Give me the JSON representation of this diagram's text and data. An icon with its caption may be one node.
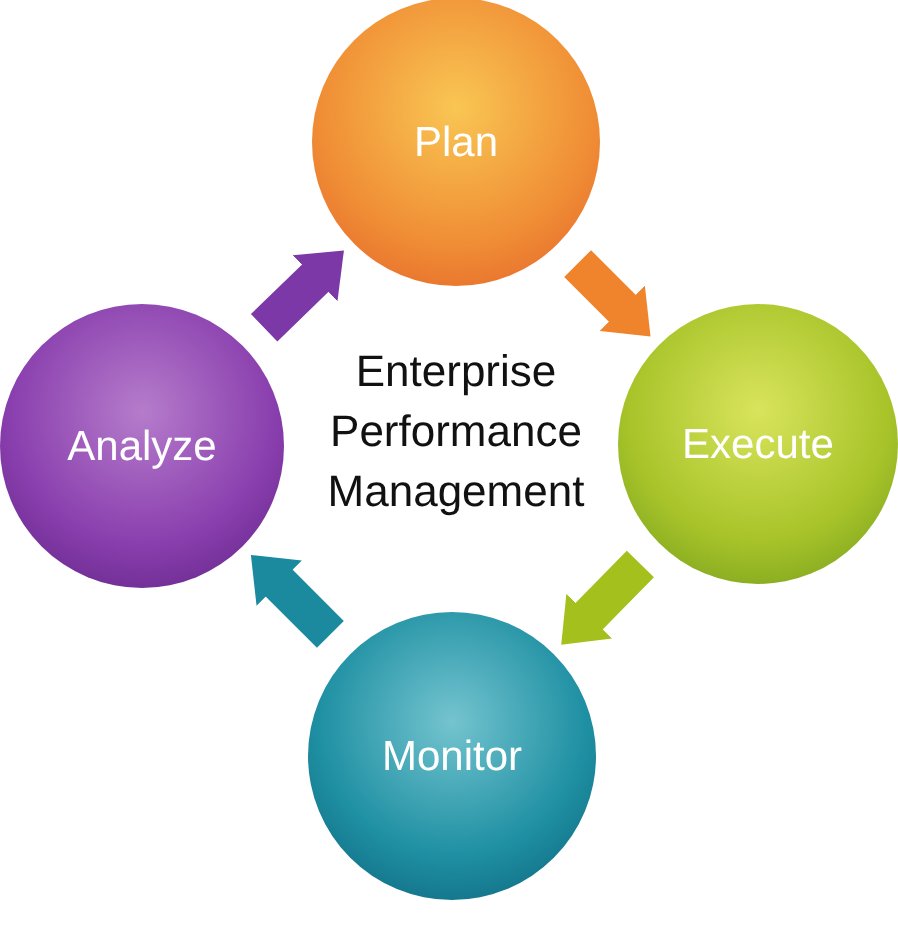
{
  "diagram": {
    "nodes": [
      {
        "text": [
          "Plan"
        ]
      },
      {
        "text": [
          "Analyze"
        ]
      },
      {
        "text": [
          "Execute"
        ]
      },
      {
        "text": [
          "Monitor"
        ]
      }
    ],
    "edges": [
      {
        "from": 0,
        "to": 2,
        "arrow": "to",
        "color": "#f0842c"
      },
      {
        "from": 2,
        "to": 3,
        "arrow": "to",
        "color": "#a4c01c"
      },
      {
        "from": 3,
        "to": 1,
        "arrow": "to",
        "color": "#1c8a9e"
      },
      {
        "from": 1,
        "to": 0,
        "arrow": "to",
        "color": "#7b38a6"
      }
    ],
    "labels": [
      "Enterprise Performance Management"
    ]
  }
}
